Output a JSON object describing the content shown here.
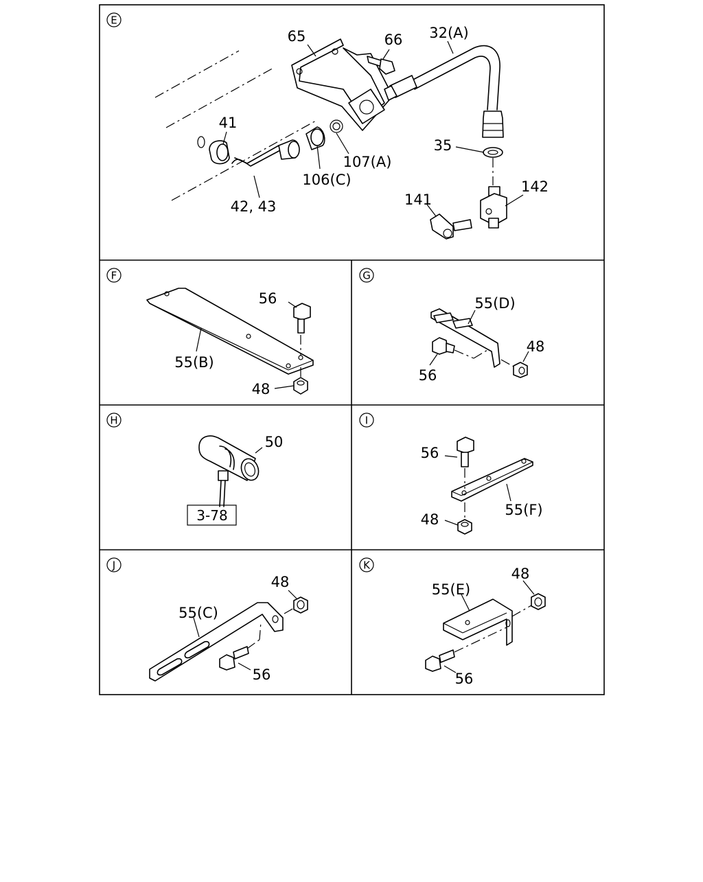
{
  "panels": {
    "E": {
      "marker": "E",
      "labels": {
        "p65": "65",
        "p66": "66",
        "p32a": "32(A)",
        "p41": "41",
        "p35": "35",
        "p107a": "107(A)",
        "p106c": "106(C)",
        "p4243": "42, 43",
        "p141": "141",
        "p142": "142"
      }
    },
    "F": {
      "marker": "F",
      "labels": {
        "p56": "56",
        "p55b": "55(B)",
        "p48": "48"
      }
    },
    "G": {
      "marker": "G",
      "labels": {
        "p55d": "55(D)",
        "p48": "48",
        "p56": "56"
      }
    },
    "H": {
      "marker": "H",
      "labels": {
        "p50": "50"
      },
      "reference": "3-78"
    },
    "I": {
      "marker": "I",
      "labels": {
        "p56": "56",
        "p55f": "55(F)",
        "p48": "48"
      }
    },
    "J": {
      "marker": "J",
      "labels": {
        "p48": "48",
        "p55c": "55(C)",
        "p56": "56"
      }
    },
    "K": {
      "marker": "K",
      "labels": {
        "p55e": "55(E)",
        "p48": "48",
        "p56": "56"
      }
    }
  }
}
